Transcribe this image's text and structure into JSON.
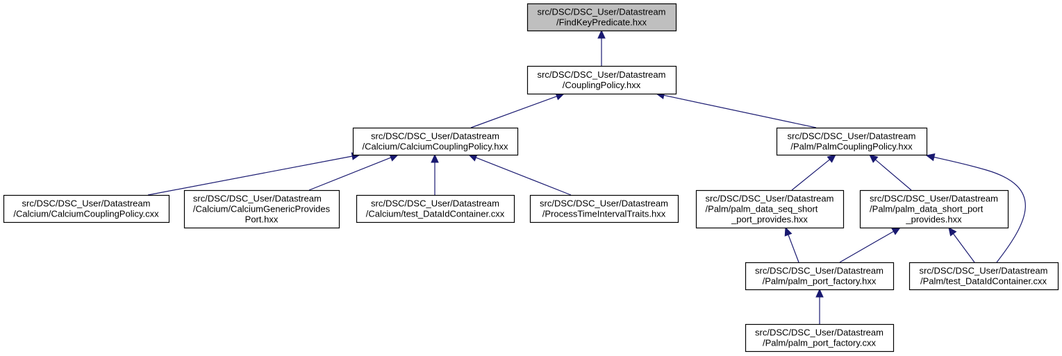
{
  "diagram": {
    "type": "include-dependency-graph",
    "colors": {
      "edge": "#191970",
      "root_fill": "#bfbfbf",
      "node_fill": "#ffffff",
      "node_border": "#000000"
    },
    "nodes": [
      {
        "id": "findkey",
        "lines": [
          "src/DSC/DSC_User/Datastream",
          "/FindKeyPredicate.hxx"
        ],
        "root": true
      },
      {
        "id": "coupling",
        "lines": [
          "src/DSC/DSC_User/Datastream",
          "/CouplingPolicy.hxx"
        ]
      },
      {
        "id": "calcium_cp_hxx",
        "lines": [
          "src/DSC/DSC_User/Datastream",
          "/Calcium/CalciumCouplingPolicy.hxx"
        ]
      },
      {
        "id": "palm_cp_hxx",
        "lines": [
          "src/DSC/DSC_User/Datastream",
          "/Palm/PalmCouplingPolicy.hxx"
        ]
      },
      {
        "id": "calcium_cp_cxx",
        "lines": [
          "src/DSC/DSC_User/Datastream",
          "/Calcium/CalciumCouplingPolicy.cxx"
        ]
      },
      {
        "id": "calcium_gpp",
        "lines": [
          "src/DSC/DSC_User/Datastream",
          "/Calcium/CalciumGenericProvides",
          "Port.hxx"
        ]
      },
      {
        "id": "calcium_test",
        "lines": [
          "src/DSC/DSC_User/Datastream",
          "/Calcium/test_DataIdContainer.cxx"
        ]
      },
      {
        "id": "ptit",
        "lines": [
          "src/DSC/DSC_User/Datastream",
          "/ProcessTimeIntervalTraits.hxx"
        ]
      },
      {
        "id": "palm_dssp",
        "lines": [
          "src/DSC/DSC_User/Datastream",
          "/Palm/palm_data_seq_short",
          "_port_provides.hxx"
        ]
      },
      {
        "id": "palm_dsp",
        "lines": [
          "src/DSC/DSC_User/Datastream",
          "/Palm/palm_data_short_port",
          "_provides.hxx"
        ]
      },
      {
        "id": "palm_pf_hxx",
        "lines": [
          "src/DSC/DSC_User/Datastream",
          "/Palm/palm_port_factory.hxx"
        ]
      },
      {
        "id": "palm_test",
        "lines": [
          "src/DSC/DSC_User/Datastream",
          "/Palm/test_DataIdContainer.cxx"
        ]
      },
      {
        "id": "palm_pf_cxx",
        "lines": [
          "src/DSC/DSC_User/Datastream",
          "/Palm/palm_port_factory.cxx"
        ]
      }
    ],
    "edges": [
      {
        "from": "coupling",
        "to": "findkey"
      },
      {
        "from": "calcium_cp_hxx",
        "to": "coupling"
      },
      {
        "from": "palm_cp_hxx",
        "to": "coupling"
      },
      {
        "from": "calcium_cp_cxx",
        "to": "calcium_cp_hxx"
      },
      {
        "from": "calcium_gpp",
        "to": "calcium_cp_hxx"
      },
      {
        "from": "calcium_test",
        "to": "calcium_cp_hxx"
      },
      {
        "from": "ptit",
        "to": "calcium_cp_hxx"
      },
      {
        "from": "palm_dssp",
        "to": "palm_cp_hxx"
      },
      {
        "from": "palm_dsp",
        "to": "palm_cp_hxx"
      },
      {
        "from": "palm_test",
        "to": "palm_cp_hxx"
      },
      {
        "from": "palm_pf_hxx",
        "to": "palm_dssp"
      },
      {
        "from": "palm_pf_hxx",
        "to": "palm_dsp"
      },
      {
        "from": "palm_test",
        "to": "palm_dsp"
      },
      {
        "from": "palm_pf_cxx",
        "to": "palm_pf_hxx"
      }
    ]
  }
}
